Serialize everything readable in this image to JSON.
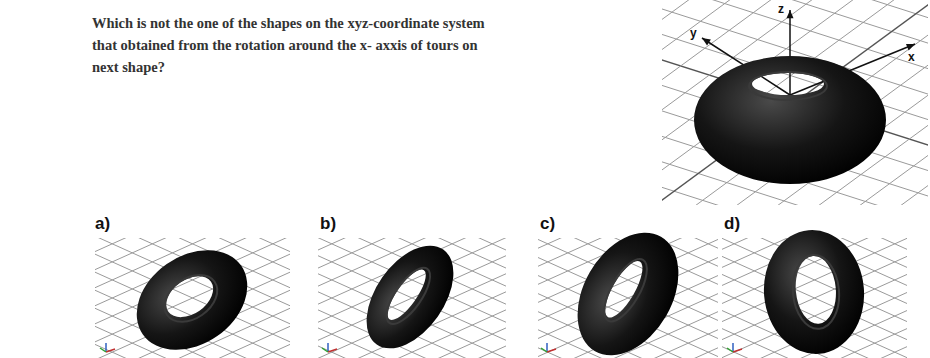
{
  "diagram": {
    "labels": [
      "Which is not the one of the shapes on the xyz-coordinate system that obtained from the rotation around the x- axxis of tours on next shape?",
      "z",
      "y",
      "x",
      "a)",
      "b)",
      "c)",
      "d)"
    ]
  }
}
